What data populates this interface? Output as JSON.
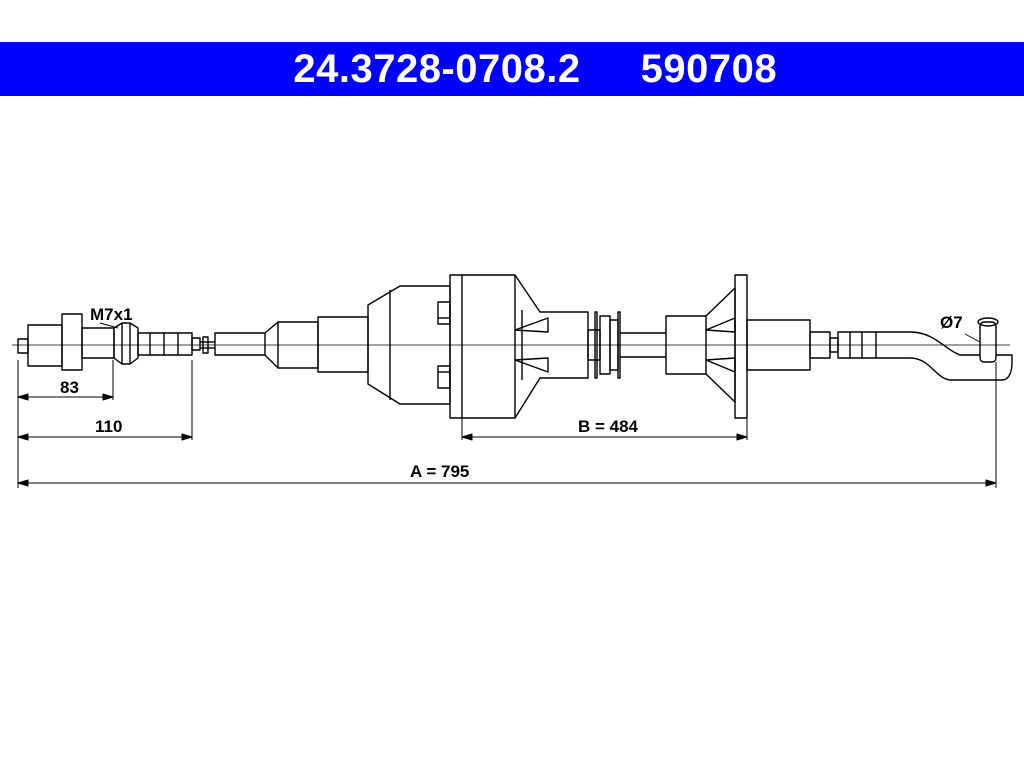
{
  "header": {
    "part_number": "24.3728-0708.2",
    "ref_number": "590708",
    "background_color": "#0000ff",
    "text_color": "#ffffff"
  },
  "dimensions": {
    "thread": "M7x1",
    "length_83": "83",
    "length_110": "110",
    "length_b": "B = 484",
    "length_a": "A = 795",
    "diameter": "Ø7"
  },
  "colors": {
    "line": "#000000",
    "background": "#ffffff"
  }
}
